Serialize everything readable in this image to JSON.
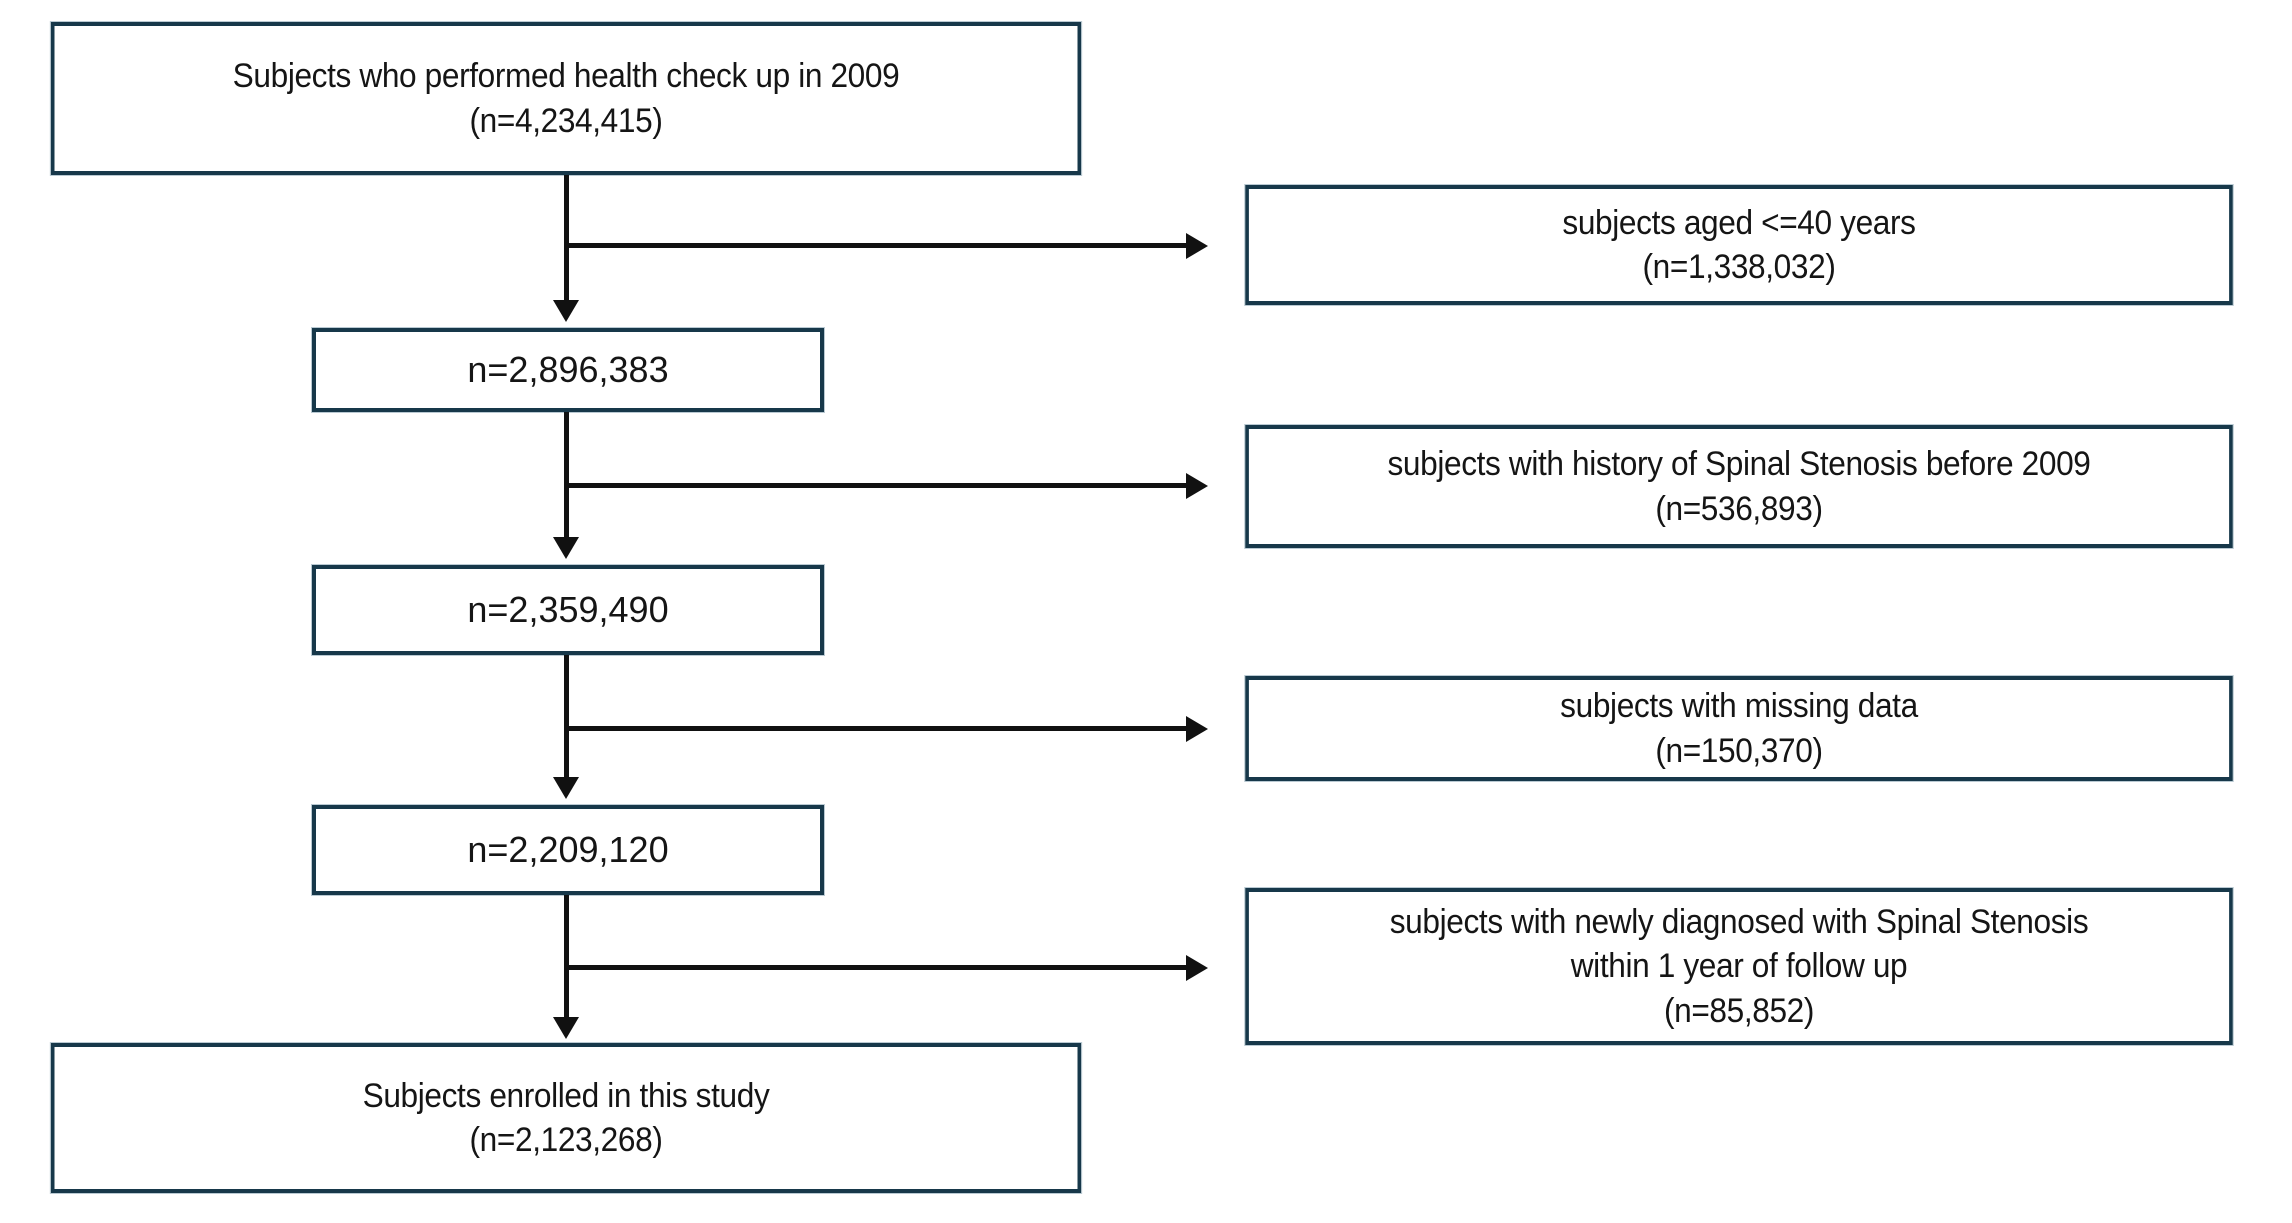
{
  "figure": {
    "type": "flowchart",
    "orientation": "top-to-bottom with right-side exclusion branches",
    "colors": {
      "box_border": "#17384a",
      "box_border_inner": "#b9c9d2",
      "connector": "#111111",
      "background": "#ffffff",
      "text": "#151515"
    }
  },
  "main_flow": [
    {
      "id": "enrolled-source",
      "line1": "Subjects who performed health check up in 2009",
      "line2": "(n=4,234,415)",
      "n": 4234415
    },
    {
      "id": "after-age-exclusion",
      "line1": "n=2,896,383",
      "n": 2896383
    },
    {
      "id": "after-history-exclusion",
      "line1": "n=2,359,490",
      "n": 2359490
    },
    {
      "id": "after-missing-exclusion",
      "line1": "n=2,209,120",
      "n": 2209120
    },
    {
      "id": "final-cohort",
      "line1": "Subjects enrolled in this study",
      "line2": "(n=2,123,268)",
      "n": 2123268
    }
  ],
  "exclusions": [
    {
      "id": "exclusion-age",
      "line1": "subjects aged <=40 years",
      "line2": "(n=1,338,032)",
      "n": 1338032
    },
    {
      "id": "exclusion-history-spinal-stenosis",
      "line1": "subjects with history of Spinal Stenosis before 2009",
      "line2": "(n=536,893)",
      "n": 536893
    },
    {
      "id": "exclusion-missing-data",
      "line1": "subjects with missing data",
      "line2": "(n=150,370)",
      "n": 150370
    },
    {
      "id": "exclusion-newly-diagnosed",
      "line1": "subjects with newly diagnosed with Spinal Stenosis",
      "line2": "within 1 year of follow up",
      "line3": "(n=85,852)",
      "n": 85852
    }
  ]
}
